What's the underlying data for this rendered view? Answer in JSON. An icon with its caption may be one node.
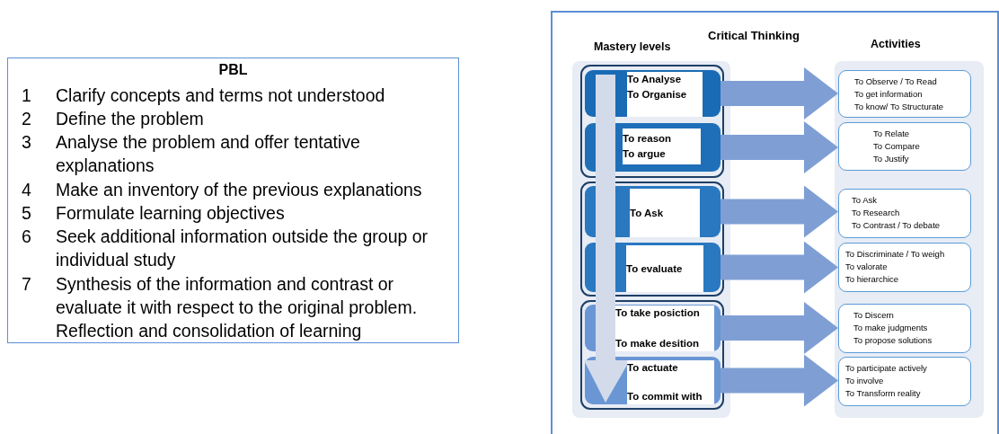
{
  "diagram": {
    "nodes": [
      {
        "text": [
          "PBL",
          "1",
          "Clarify concepts and terms not understood",
          "2",
          "Define the problem",
          "3",
          "Analyse the problem and offer tentative explanations",
          "4",
          "Make an inventory of the previous explanations",
          "5",
          "Formulate learning objectives",
          "6",
          "Seek additional information outside the group or individual study",
          "7",
          "Synthesis of the information and contrast or evaluate it with respect to the original problem. Reflection and consolidation of learning"
        ]
      },
      {
        "text": [
          "Critical Thinking"
        ]
      },
      {
        "text": [
          "Mastery levels"
        ],
        "in": 1
      },
      {
        "text": [],
        "shape": "box",
        "in": 2
      },
      {
        "text": [
          "To Analyse",
          "To Organise"
        ],
        "in": 3
      },
      {
        "text": [
          "To reason",
          "To argue"
        ],
        "in": 3
      },
      {
        "text": [],
        "shape": "box",
        "in": 2
      },
      {
        "text": [
          "To Ask"
        ],
        "in": 6
      },
      {
        "text": [
          "To evaluate"
        ],
        "in": 6
      },
      {
        "text": [],
        "shape": "box",
        "in": 2
      },
      {
        "text": [
          "To take posiction",
          "To make desition"
        ],
        "in": 9
      },
      {
        "text": [
          "To actuate",
          "To commit with"
        ],
        "in": 9
      },
      {
        "text": [
          "Activities"
        ],
        "in": 1
      },
      {
        "text": [
          "To Observe / To Read",
          "To get information",
          "To know/ To Structurate"
        ],
        "in": 12
      },
      {
        "text": [
          "To Relate",
          "To Compare",
          "To Justify"
        ],
        "in": 12
      },
      {
        "text": [
          "To Ask",
          "To Research",
          "To Contrast / To debate"
        ],
        "in": 12
      },
      {
        "text": [
          "To Discriminate / To weigh",
          "To valorate",
          "To hierarchice"
        ],
        "in": 12
      },
      {
        "text": [
          "To Discern",
          "To make judgments",
          "To propose solutions"
        ],
        "in": 12
      },
      {
        "text": [
          "To participate actively",
          "To involve",
          "To Transform reality"
        ],
        "in": 12
      }
    ],
    "edges": [
      {
        "from": 4,
        "to": 13,
        "arrow": "to"
      },
      {
        "from": 5,
        "to": 14,
        "arrow": "to"
      },
      {
        "from": 7,
        "to": 15,
        "arrow": "to"
      },
      {
        "from": 8,
        "to": 16,
        "arrow": "to"
      },
      {
        "from": 10,
        "to": 17,
        "arrow": "to"
      },
      {
        "from": 11,
        "to": 18,
        "arrow": "to"
      }
    ]
  }
}
